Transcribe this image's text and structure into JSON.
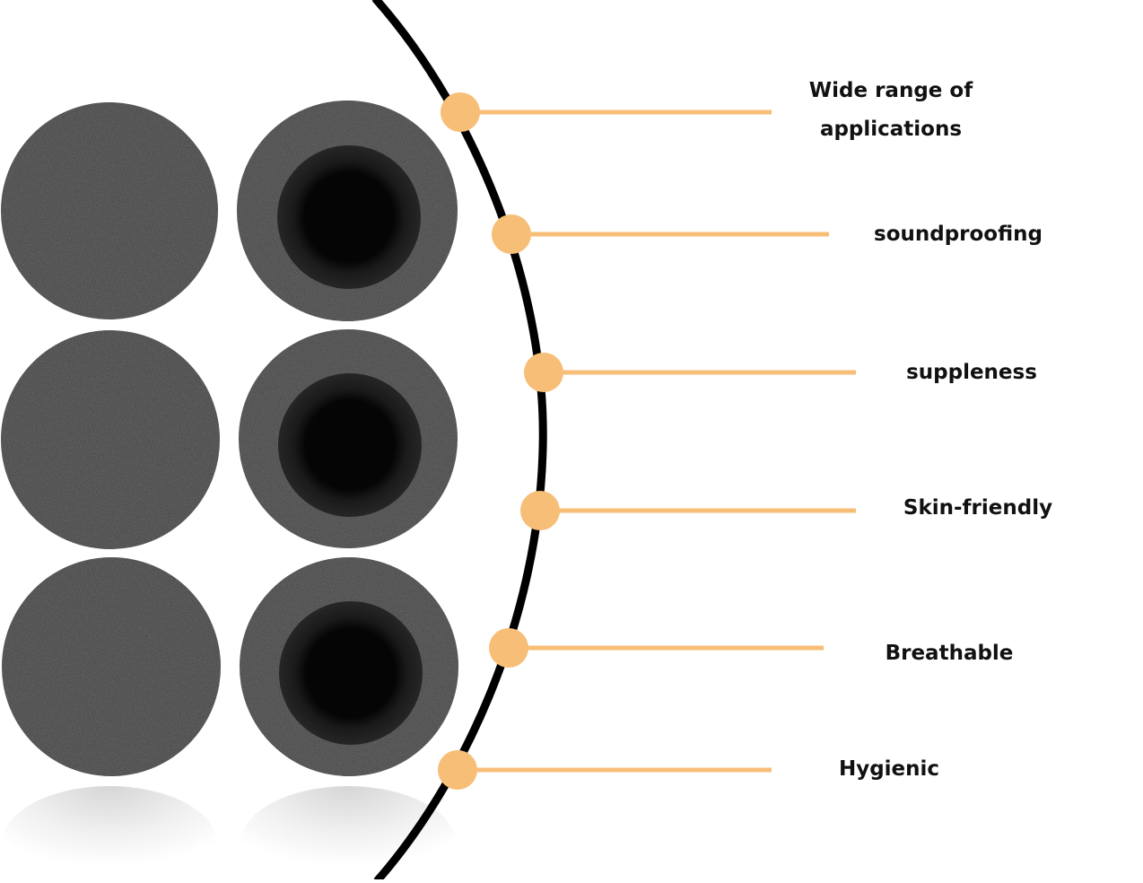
{
  "colors": {
    "accent": "#f7be77",
    "arc": "#000000",
    "foam": "#1c1c1c",
    "foam_inner": "#0b0b0b",
    "label": "#111111",
    "background": "#ffffff"
  },
  "product": {
    "pads_flat_count": 3,
    "pads_ring_count": 3
  },
  "features": [
    {
      "label": "Wide range of applications"
    },
    {
      "label": "soundproofing"
    },
    {
      "label": "suppleness"
    },
    {
      "label": "Skin-friendly"
    },
    {
      "label": "Breathable"
    },
    {
      "label": "Hygienic"
    }
  ]
}
